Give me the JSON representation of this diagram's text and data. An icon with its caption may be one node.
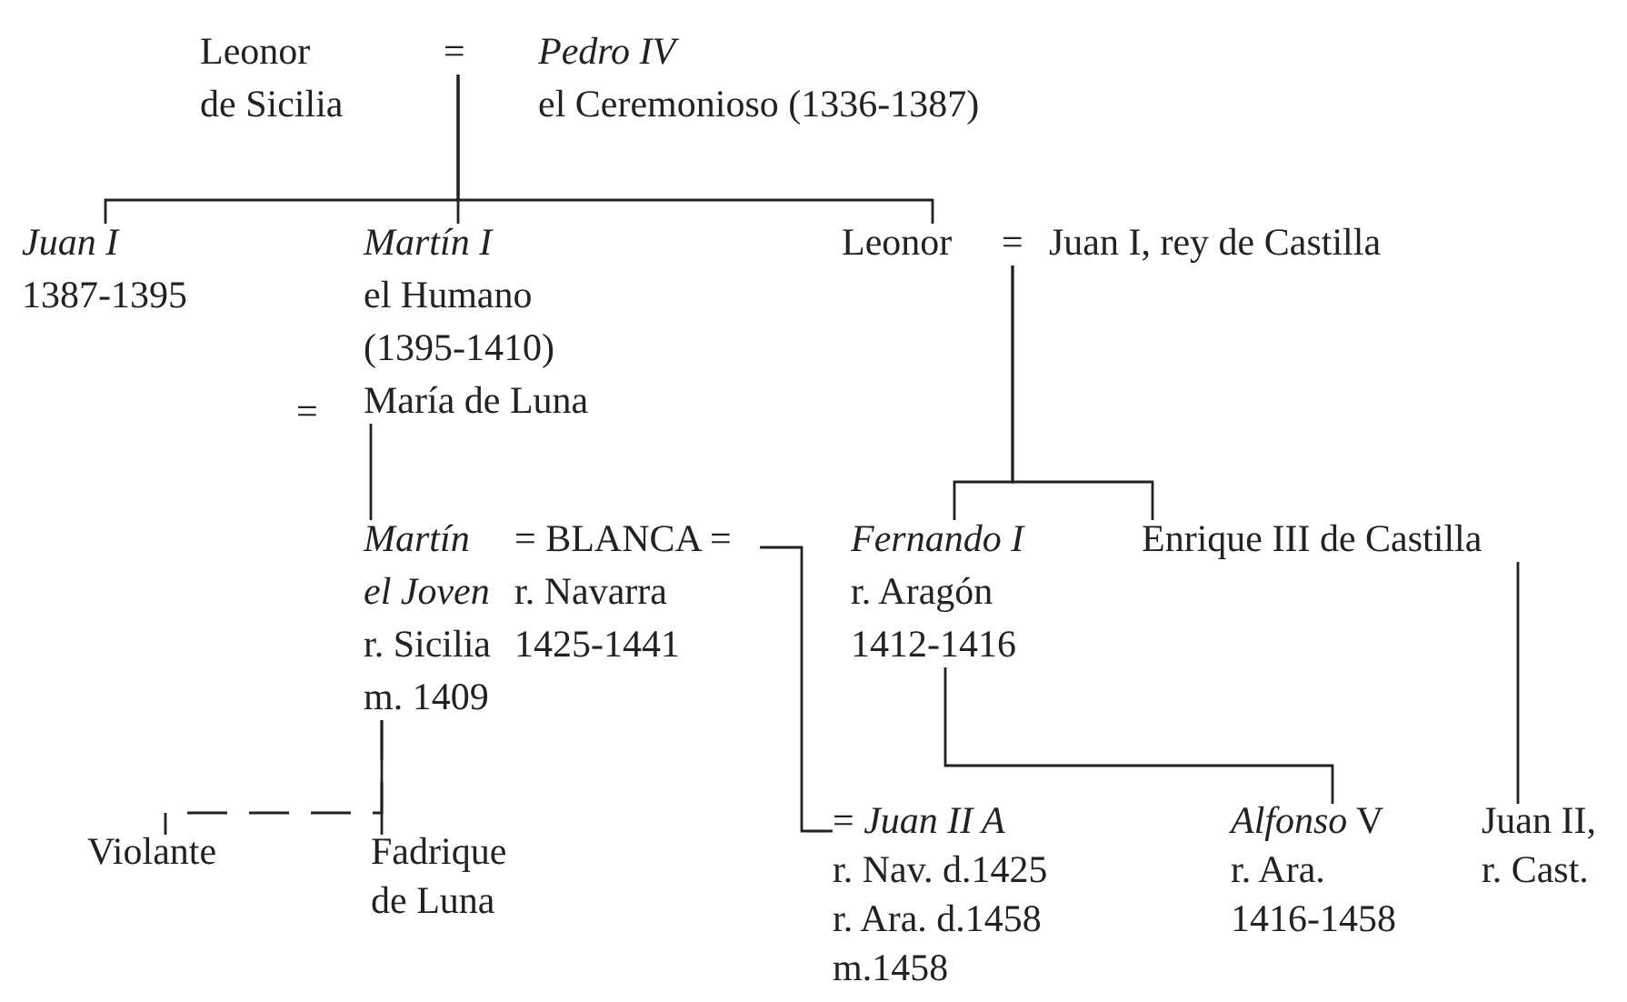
{
  "diagram": {
    "nodes": [
      {
        "text": [
          "Leonor de Sicilia"
        ]
      },
      {
        "text": [
          "="
        ]
      },
      {
        "text": [
          "*Pedro IV*",
          "el Ceremonioso (1336-1387)"
        ]
      },
      {
        "text": [
          "*Juan I*",
          "1387-1395"
        ]
      },
      {
        "text": [
          "*Martín I*",
          "el Humano (1395-1410)"
        ]
      },
      {
        "text": [
          "="
        ]
      },
      {
        "text": [
          "María de Luna"
        ]
      },
      {
        "text": [
          "Leonor"
        ]
      },
      {
        "text": [
          "="
        ]
      },
      {
        "text": [
          "Juan I, rey de Castilla"
        ]
      },
      {
        "text": [
          "*Martín el Joven*",
          "r. Sicilia m. 1409"
        ]
      },
      {
        "text": [
          "= BLANCA =",
          "r. Navarra 1425-1441"
        ]
      },
      {
        "text": [
          "*Fernando I*",
          "r. Aragón 1412-1416"
        ]
      },
      {
        "text": [
          "Enrique III de Castilla"
        ]
      },
      {
        "text": [
          "Violante"
        ]
      },
      {
        "text": [
          "Fadrique de Luna"
        ]
      },
      {
        "text": [
          "= *Juan II A*",
          "r. Nav. d.1425 r. Ara. d.1458 m.1458"
        ]
      },
      {
        "text": [
          "*Alfonso* V",
          "r. Ara. 1416-1458"
        ]
      },
      {
        "text": [
          "Juan II, r. Cast."
        ]
      }
    ],
    "edges": [
      {
        "from": 1,
        "to": 3,
        "arrow": "none"
      },
      {
        "from": 1,
        "to": 4,
        "arrow": "none"
      },
      {
        "from": 1,
        "to": 7,
        "arrow": "none"
      },
      {
        "from": 8,
        "to": 12,
        "arrow": "none"
      },
      {
        "from": 8,
        "to": 13,
        "arrow": "none"
      },
      {
        "from": 6,
        "to": 10,
        "arrow": "none"
      },
      {
        "from": 10,
        "to": 14,
        "arrow": "none",
        "style": "dashed"
      },
      {
        "from": 10,
        "to": 15,
        "arrow": "none"
      },
      {
        "from": 11,
        "to": 16,
        "arrow": "none"
      },
      {
        "from": 12,
        "to": 17,
        "arrow": "none"
      },
      {
        "from": 13,
        "to": 18,
        "arrow": "none"
      }
    ]
  }
}
